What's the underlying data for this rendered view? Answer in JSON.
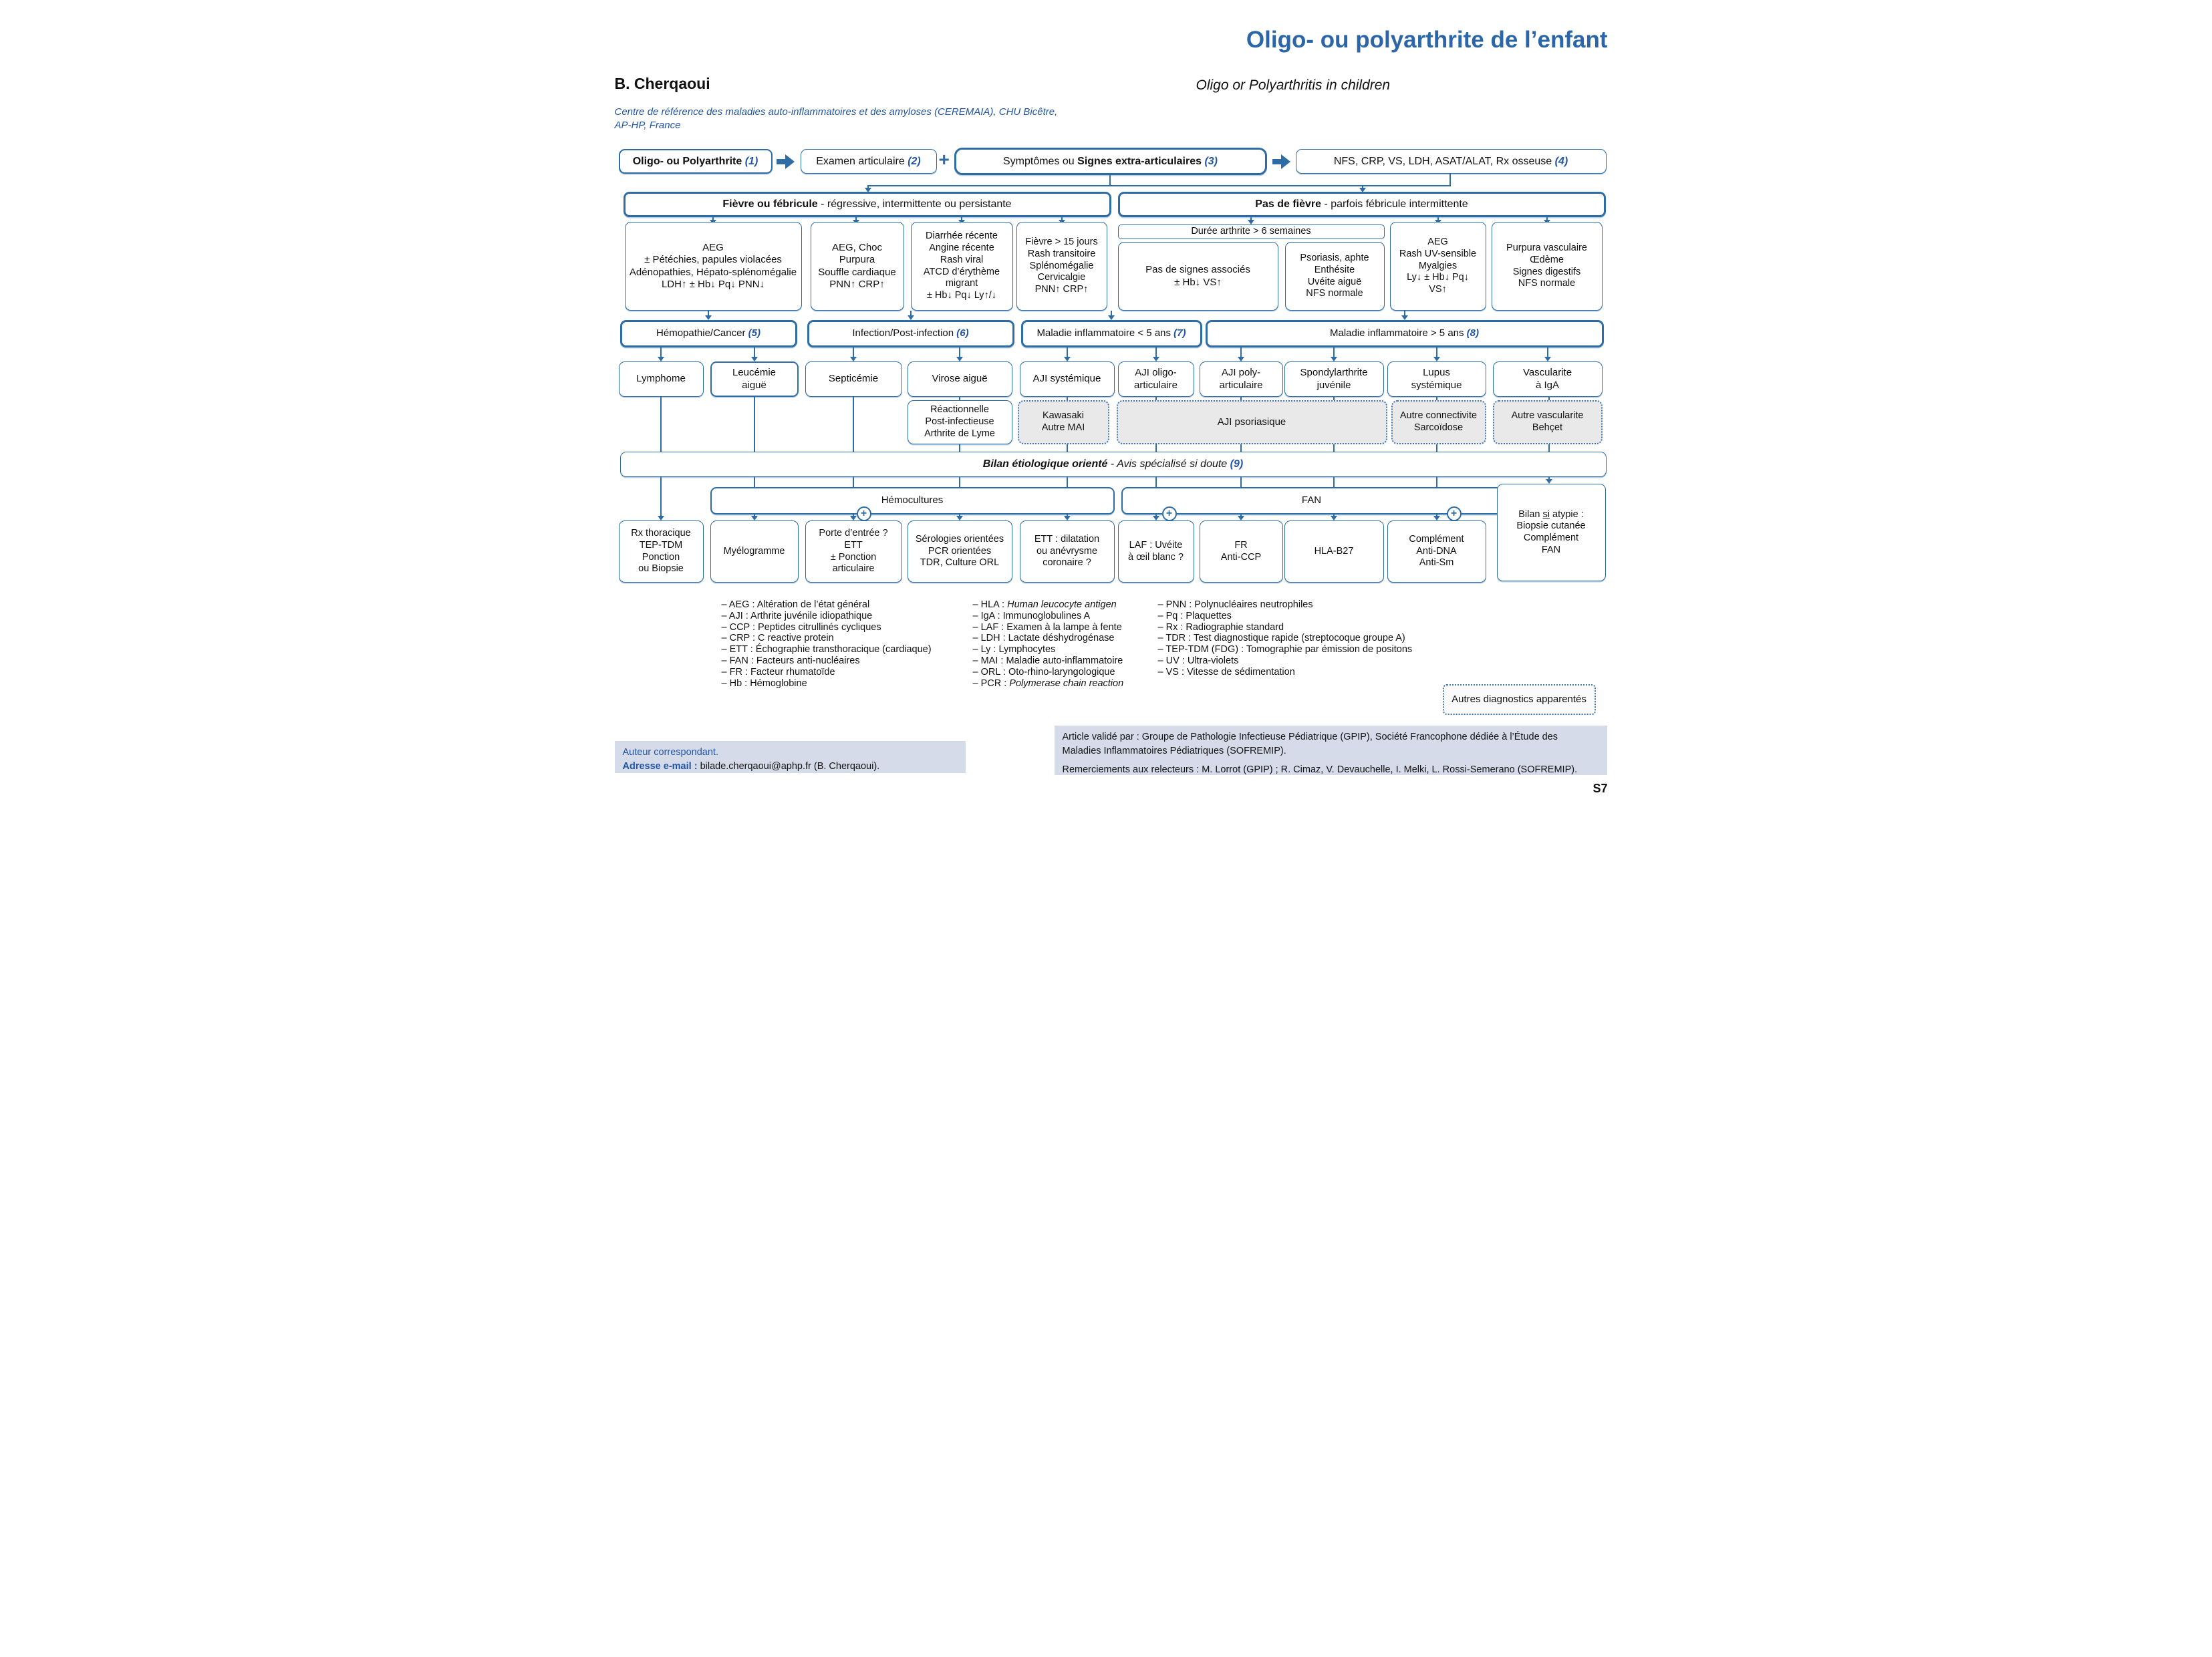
{
  "header": {
    "title": "Oligo- ou polyarthrite de l’enfant",
    "author": "B. Cherqaoui",
    "subtitle_en": "Oligo or Polyarthritis in children",
    "affiliation": "Centre de référence des maladies auto-inflammatoires et des amyloses (CEREMAIA), CHU Bicêtre,\nAP-HP, France"
  },
  "steps": {
    "s1": {
      "label": "Oligo- ou Polyarthrite ",
      "num": "(1)"
    },
    "s2": {
      "label": "Examen articulaire ",
      "num": "(2)"
    },
    "plus": "+",
    "s3": {
      "pre": "Symptômes ou ",
      "bold": "Signes extra-articulaires ",
      "num": "(3)"
    },
    "s4": {
      "label": "NFS, CRP, VS, LDH, ASAT/ALAT, Rx osseuse ",
      "num": "(4)"
    }
  },
  "fever": {
    "yes": {
      "bold": "Fièvre ou fébricule",
      "rest": " - régressive, intermittente ou persistante"
    },
    "no": {
      "bold": "Pas de fièvre",
      "rest": " - parfois fébricule intermittente"
    }
  },
  "signs": {
    "heme": "AEG\n± Pétéchies, papules violacées\nAdénopathies, Hépato-splénomégalie\nLDH↑ ± Hb↓ Pq↓ PNN↓",
    "sepsis": "AEG, Choc\nPurpura\nSouffle cardiaque\nPNN↑ CRP↑",
    "postinf": "Diarrhée récente\nAngine récente\nRash viral\nATCD d’érythème\nmigrant\n± Hb↓ Pq↓ Ly↑/↓",
    "systemic": "Fièvre > 15 jours\nRash transitoire\nSplénomégalie\nCervicalgie\nPNN↑ CRP↑",
    "duration": "Durée arthrite > 6 semaines",
    "no_assoc": "Pas de signes associés\n± Hb↓ VS↑",
    "psoriasis": "Psoriasis, aphte\nEnthésite\nUvéite aiguë\nNFS normale",
    "lupus": "AEG\nRash UV-sensible\nMyalgies\nLy↓ ± Hb↓ Pq↓\nVS↑",
    "vascular": "Purpura vasculaire\nŒdème\nSignes digestifs\nNFS normale"
  },
  "categories": {
    "c5": {
      "label": "Hémopathie/Cancer ",
      "num": "(5)"
    },
    "c6": {
      "label": "Infection/Post-infection ",
      "num": "(6)"
    },
    "c7": {
      "label": "Maladie inflammatoire < 5 ans ",
      "num": "(7)"
    },
    "c8": {
      "label": "Maladie inflammatoire > 5 ans ",
      "num": "(8)"
    }
  },
  "diagnoses": {
    "lymphoma": "Lymphome",
    "leukemia": "Leucémie\naiguë",
    "sepsis": "Septicémie",
    "virosis": "Virose aiguë",
    "aji_sys": "AJI systémique",
    "aji_oligo": "AJI oligo-\narticulaire",
    "aji_poly": "AJI poly-\narticulaire",
    "spondyl": "Spondylarthrite\njuvénile",
    "lupus": "Lupus\nsystémique",
    "iga": "Vascularite\nà IgA"
  },
  "related": {
    "reactive": "Réactionnelle\nPost-infectieuse\nArthrite de Lyme",
    "kawasaki": "Kawasaki\nAutre MAI",
    "aji_pso": "AJI psoriasique",
    "connectivite": "Autre connectivite\nSarcoïdose",
    "vascularite": "Autre vascularite\nBehçet"
  },
  "bilan": {
    "bold": "Bilan étiologique orienté",
    "rest": " - Avis spécialisé si doute ",
    "num": "(9)"
  },
  "workup": {
    "hemocultures": "Hémocultures",
    "fan": "FAN",
    "plus": "+",
    "tests": {
      "rx": "Rx thoracique\nTEP-TDM\nPonction\nou Biopsie",
      "myelo": "Myélogramme",
      "porte": "Porte d’entrée ?\nETT\n± Ponction\narticulaire",
      "serol": "Sérologies orientées\nPCR orientées\nTDR, Culture ORL",
      "ett": "ETT : dilatation\nou anévrysme\ncoronaire ?",
      "laf": "LAF : Uvéite\nà œil blanc ?",
      "fr": "FR\nAnti-CCP",
      "hla": "HLA-B27",
      "complement": "Complément\nAnti-DNA\nAnti-Sm"
    },
    "atypie": {
      "pre": "Bilan ",
      "u": "si",
      "post": " atypie :",
      "rest": "Biopsie cutanée\nComplément\nFAN"
    }
  },
  "abbreviations": {
    "col1": [
      {
        "t": "– AEG : Altération de l’état général",
        "i": ""
      },
      {
        "t": "– AJI : Arthrite juvénile idiopathique",
        "i": ""
      },
      {
        "t": "– CCP : Peptides citrullinés cycliques",
        "i": ""
      },
      {
        "t": "– CRP : C reactive protein",
        "i": ""
      },
      {
        "t": "– ETT : Échographie transthoracique (cardiaque)",
        "i": ""
      },
      {
        "t": "– FAN : Facteurs anti-nucléaires",
        "i": ""
      },
      {
        "t": "– FR : Facteur rhumatoïde",
        "i": ""
      },
      {
        "t": "– Hb : Hémoglobine",
        "i": ""
      }
    ],
    "col2": [
      {
        "t": "– HLA : ",
        "i": "Human leucocyte antigen"
      },
      {
        "t": "– IgA : Immunoglobulines A",
        "i": ""
      },
      {
        "t": "– LAF : Examen à la lampe à fente",
        "i": ""
      },
      {
        "t": "– LDH : Lactate déshydrogénase",
        "i": ""
      },
      {
        "t": "– Ly : Lymphocytes",
        "i": ""
      },
      {
        "t": "– MAI : Maladie auto-inflammatoire",
        "i": ""
      },
      {
        "t": "– ORL : Oto-rhino-laryngologique",
        "i": ""
      },
      {
        "t": "– PCR : ",
        "i": "Polymerase chain reaction"
      }
    ],
    "col3": [
      {
        "t": "– PNN : Polynucléaires neutrophiles",
        "i": ""
      },
      {
        "t": "– Pq : Plaquettes",
        "i": ""
      },
      {
        "t": "– Rx : Radiographie standard",
        "i": ""
      },
      {
        "t": "– TDR : Test diagnostique rapide (streptocoque groupe A)",
        "i": ""
      },
      {
        "t": "– TEP-TDM (FDG) : Tomographie par émission de positons",
        "i": ""
      },
      {
        "t": "– UV : Ultra-violets",
        "i": ""
      },
      {
        "t": "– VS : Vitesse de sédimentation",
        "i": ""
      }
    ]
  },
  "related_box": "Autres diagnostics apparentés",
  "footer": {
    "correspond": {
      "line1": "Auteur correspondant.",
      "label": "Adresse e-mail : ",
      "email": "bilade.cherqaoui@aphp.fr (B. Cherqaoui)."
    },
    "validation": {
      "p1": "Article validé par : Groupe de Pathologie Infectieuse Pédiatrique (GPIP), Société Francophone dédiée à l’Étude des Maladies Inflammatoires Pédiatriques (SOFREMIP).",
      "p2": "Remerciements aux relecteurs : M. Lorrot (GPIP) ; R. Cimaz, V. Devauchelle, I. Melki, L. Rossi-Semerano (SOFREMIP)."
    }
  },
  "page_number": "S7"
}
